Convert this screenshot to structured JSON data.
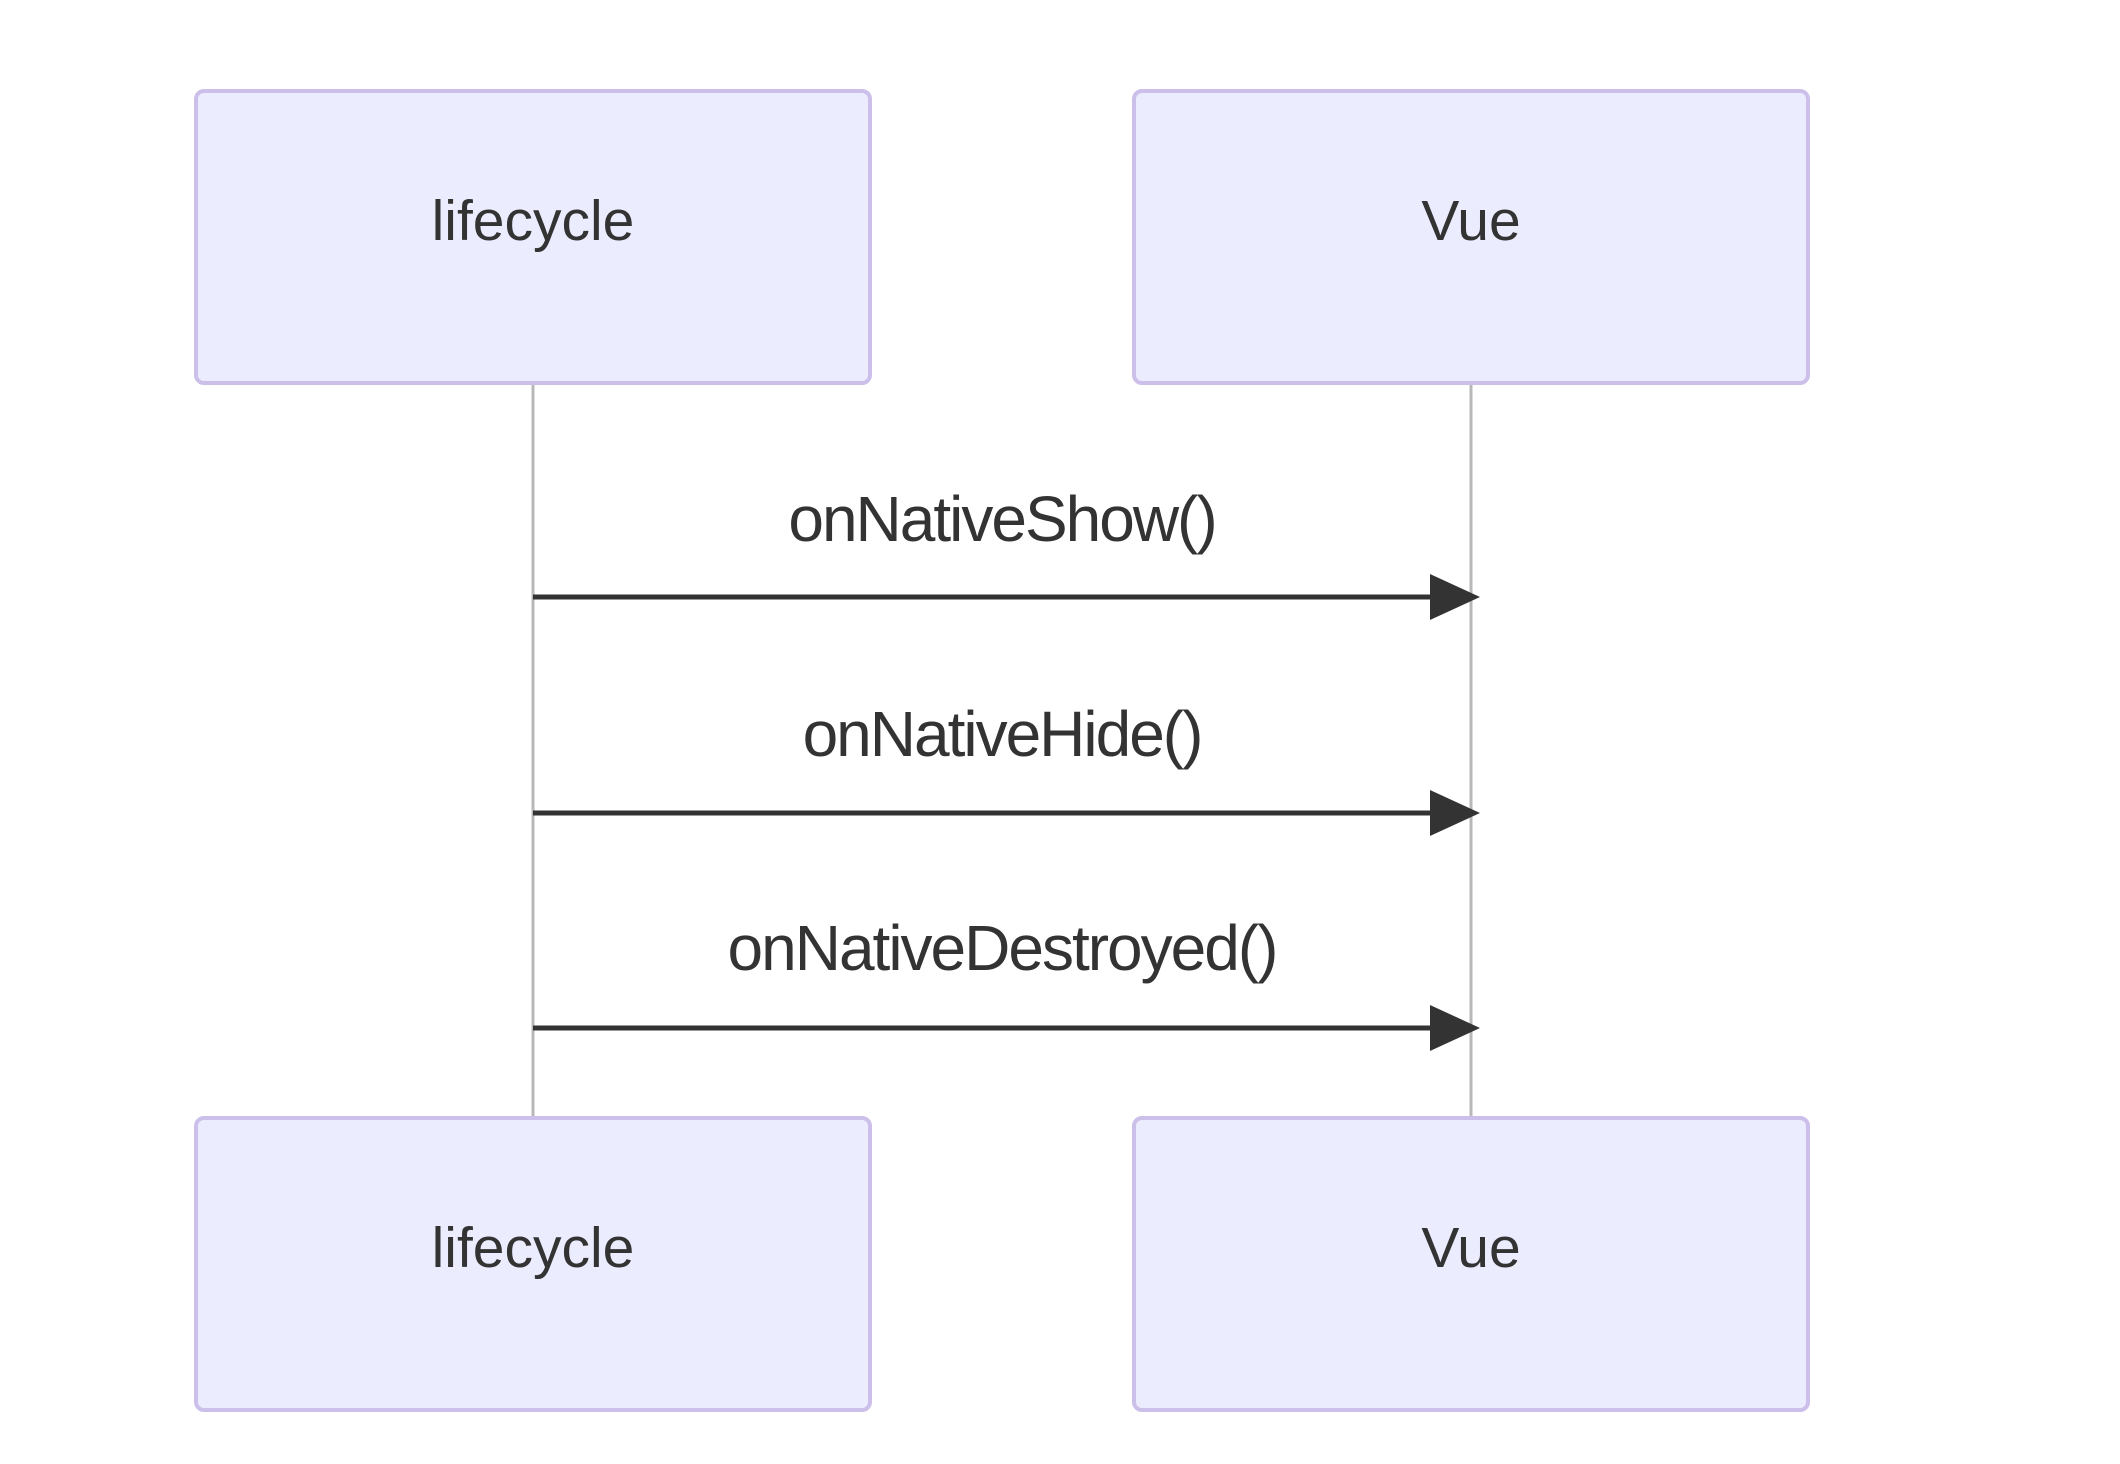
{
  "diagram": {
    "type": "sequence",
    "participants": [
      {
        "id": "lifecycle",
        "label": "lifecycle"
      },
      {
        "id": "vue",
        "label": "Vue"
      }
    ],
    "messages": [
      {
        "from": "lifecycle",
        "to": "vue",
        "label": "onNativeShow()"
      },
      {
        "from": "lifecycle",
        "to": "vue",
        "label": "onNativeHide()"
      },
      {
        "from": "lifecycle",
        "to": "vue",
        "label": "onNativeDestroyed()"
      }
    ],
    "colors": {
      "actor_fill": "#ECECFF",
      "actor_stroke": "#CCBFEA",
      "lifeline": "#B8B8B8",
      "message": "#333333"
    }
  }
}
